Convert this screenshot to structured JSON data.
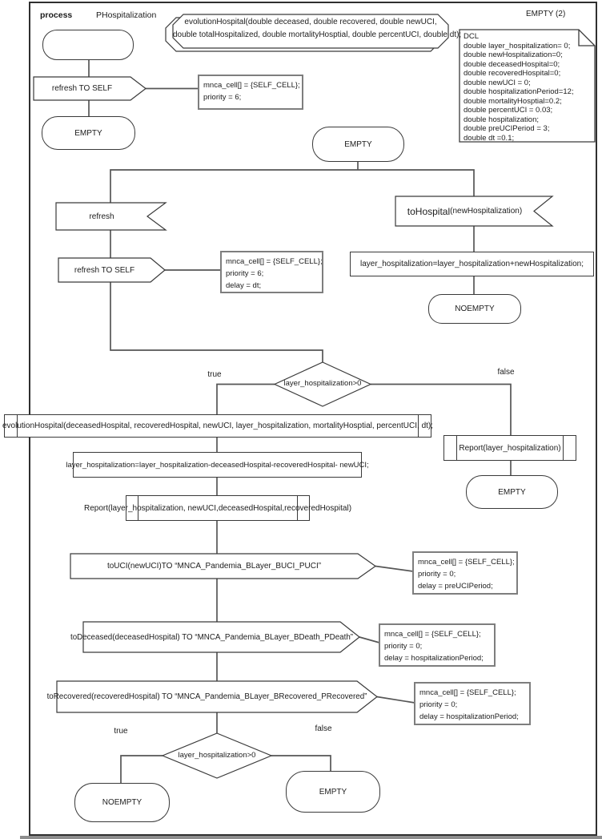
{
  "header": {
    "process_label": "process",
    "process_name": "PHospitalization",
    "page_label": "EMPTY (2)"
  },
  "note": {
    "line1": "evolutionHospital(double deceased, double recovered, double newUCI,",
    "line2": "double totalHospitalized, double mortalityHosptial, double percentUCI, double dt);"
  },
  "dcl": {
    "lines": [
      "DCL",
      "double layer_hospitalization= 0;",
      "double newHospitalization=0;",
      "double deceasedHospital=0;",
      "double recoveredHospital=0;",
      "double newUCI = 0;",
      "double hospitalizationPeriod=12;",
      "double mortalityHosptial=0.2;",
      "double percentUCI = 0.03;",
      "double hospitalization;",
      "double preUCIPeriod = 3;",
      "double dt =0.1;"
    ]
  },
  "states": {
    "empty1": "EMPTY",
    "empty_center": "EMPTY",
    "noempty1": "NOEMPTY",
    "empty2": "EMPTY",
    "noempty2": "NOEMPTY",
    "empty3": "EMPTY"
  },
  "signals": {
    "refresh_to_self_1": "refresh TO SELF",
    "refresh_in": "refresh",
    "refresh_to_self_2": "refresh TO SELF",
    "to_hospital_name": "toHospital",
    "to_hospital_args": "(newHospitalization)",
    "to_uci": "toUCI(newUCI)TO “MNCA_Pandemia_BLayer_BUCI_PUCI”",
    "to_deceased": "toDeceased(deceasedHospital) TO “MNCA_Pandemia_BLayer_BDeath_PDeath”",
    "to_recovered": "toRecovered(recoveredHospital) TO “MNCA_Pandemia_BLayer_BRecovered_PRecovered”"
  },
  "tasks": {
    "add": "layer_hospitalization=layer_hospitalization+newHospitalization;",
    "subtract": "layer_hospitalization=layer_hospitalization-deceasedHospital-recoveredHospital- newUCI;"
  },
  "procedures": {
    "evolution": "evolutionHospital(deceasedHospital, recoveredHospital, newUCI, layer_hospitalization, mortalityHosptial, percentUCI, dt);",
    "report_full": "Report(layer_hospitalization, newUCI,deceasedHospital,recoveredHospital)",
    "report_simple": "Report(layer_hospitalization)"
  },
  "decisions": {
    "condition1": "layer_hospitalization>0",
    "condition2": "layer_hospitalization>0",
    "true_label": "true",
    "false_label": "false"
  },
  "comments": {
    "c1": {
      "l1": "mnca_cell[] = {SELF_CELL};",
      "l2": "priority = 6;"
    },
    "c2": {
      "l1": "mnca_cell[] = {SELF_CELL};",
      "l2": "priority = 6;",
      "l3": "delay = dt;"
    },
    "c3": {
      "l1": "mnca_cell[] = {SELF_CELL};",
      "l2": "priority = 0;",
      "l3": "delay = preUCIPeriod;"
    },
    "c4": {
      "l1": "mnca_cell[] = {SELF_CELL};",
      "l2": "priority = 0;",
      "l3": "delay = hospitalizationPeriod;"
    },
    "c5": {
      "l1": "mnca_cell[] = {SELF_CELL};",
      "l2": "priority = 0;",
      "l3": "delay = hospitalizationPeriod;"
    }
  },
  "colors": {
    "shape_stroke": "#3a3a3a",
    "connector": "#565656",
    "comment_border": "#7e7e7e",
    "scrollbar": "#8d8d8d"
  }
}
